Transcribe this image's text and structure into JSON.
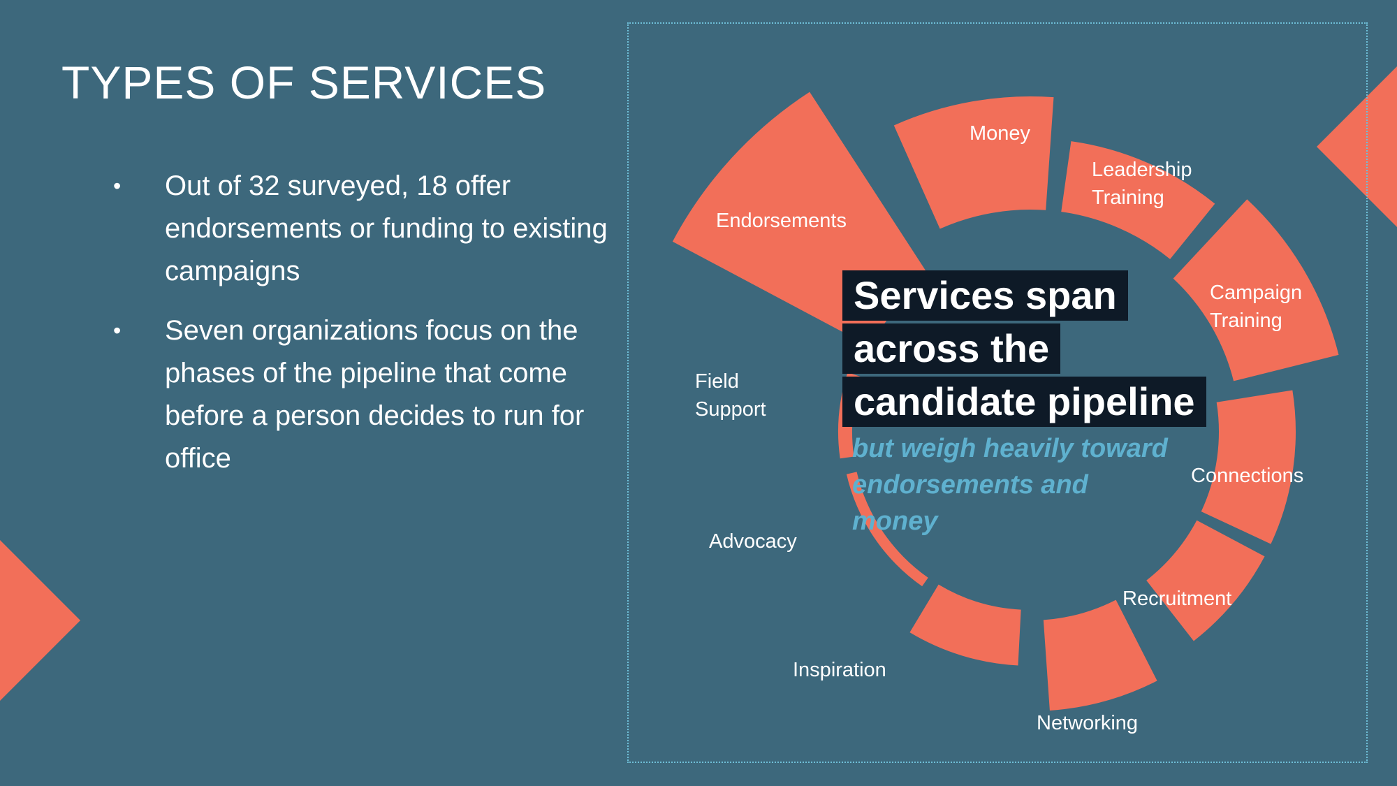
{
  "slide": {
    "title": "TYPES OF SERVICES",
    "bullets": [
      "Out of 32 surveyed, 18 offer endorsements or funding to existing campaigns",
      "Seven organizations focus on the phases of the pipeline that come before a person decides to run for office"
    ]
  },
  "diagram": {
    "headline_lines": [
      "Services span",
      "across the",
      "candidate pipeline"
    ],
    "subheadline": "but weigh heavily toward endorsements and money",
    "segments": [
      {
        "label": "Money",
        "lines": [
          "Money"
        ]
      },
      {
        "label": "Leadership Training",
        "lines": [
          "Leadership",
          "Training"
        ]
      },
      {
        "label": "Campaign Training",
        "lines": [
          "Campaign",
          "Training"
        ]
      },
      {
        "label": "Connections",
        "lines": [
          "Connections"
        ]
      },
      {
        "label": "Recruitment",
        "lines": [
          "Recruitment"
        ]
      },
      {
        "label": "Networking",
        "lines": [
          "Networking"
        ]
      },
      {
        "label": "Inspiration",
        "lines": [
          "Inspiration"
        ]
      },
      {
        "label": "Advocacy",
        "lines": [
          "Advocacy"
        ]
      },
      {
        "label": "Field Support",
        "lines": [
          "Field",
          "Support"
        ]
      },
      {
        "label": "Endorsements",
        "lines": [
          "Endorsements"
        ]
      }
    ],
    "colors": {
      "background": "#3d687c",
      "segment": "#f26f59",
      "headline_bg": "#0e1a27",
      "subheadline": "#5fb1cf",
      "frame": "#6fbfd8"
    }
  }
}
